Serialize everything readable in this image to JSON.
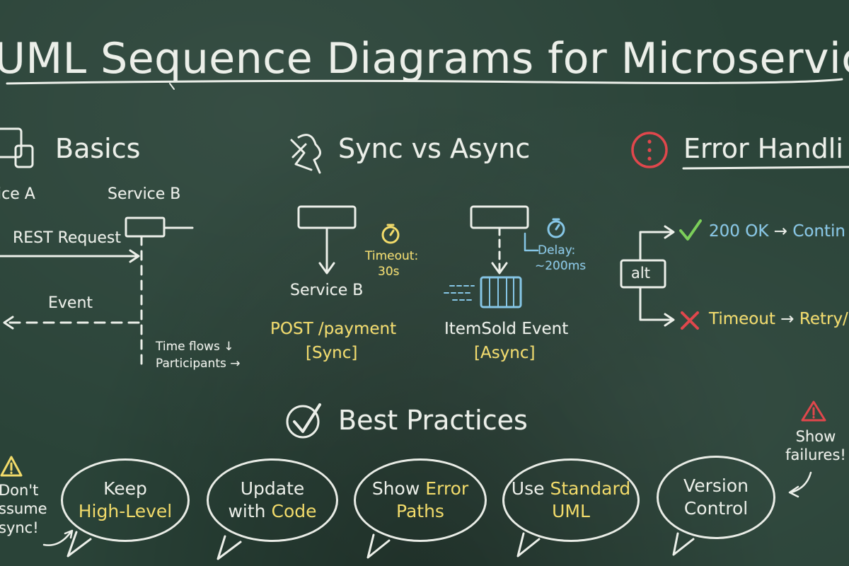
{
  "title": "UML Sequence Diagrams for Microservices",
  "basics": {
    "heading": "Basics",
    "participant_a": "ice A",
    "participant_b": "Service B",
    "request_label": "REST Request",
    "event_label": "Event",
    "note_line1": "Time flows ↓",
    "note_line2": "Participants →"
  },
  "sync": {
    "heading": "Sync vs Async",
    "timeout_line1": "Timeout:",
    "timeout_line2": "30s",
    "sync_target": "Service B",
    "sync_call": "POST /payment",
    "sync_tag": "[Sync]",
    "delay_line1": "Delay:",
    "delay_line2": "~200ms",
    "async_event": "ItemSold Event",
    "async_tag": "[Async]"
  },
  "errors": {
    "heading": "Error Handli",
    "fragment": "alt",
    "success_code": "200 OK",
    "success_action": "Contin",
    "failure_code": "Timeout",
    "failure_action": "Retry/"
  },
  "best_practices": {
    "heading": "Best Practices",
    "warning_left": [
      "Don't",
      "ssume",
      "sync!"
    ],
    "warning_right": [
      "Show",
      "failures!"
    ],
    "bubbles": [
      {
        "plain": "Keep",
        "highlight": "High-Level"
      },
      {
        "plain1": "Update",
        "plain2": "with",
        "highlight": "Code"
      },
      {
        "plain": "Show",
        "highlight": "Error",
        "highlight2": "Paths"
      },
      {
        "plain": "Use",
        "highlight": "Standard",
        "highlight2": "UML"
      },
      {
        "plain1": "Version",
        "plain2": "Control"
      }
    ]
  },
  "colors": {
    "board": "#2a4338",
    "chalk": "#ecefe9",
    "yellow": "#f2db6a",
    "blue": "#86c6e6",
    "green": "#7ccf5a",
    "red": "#e0474c"
  }
}
